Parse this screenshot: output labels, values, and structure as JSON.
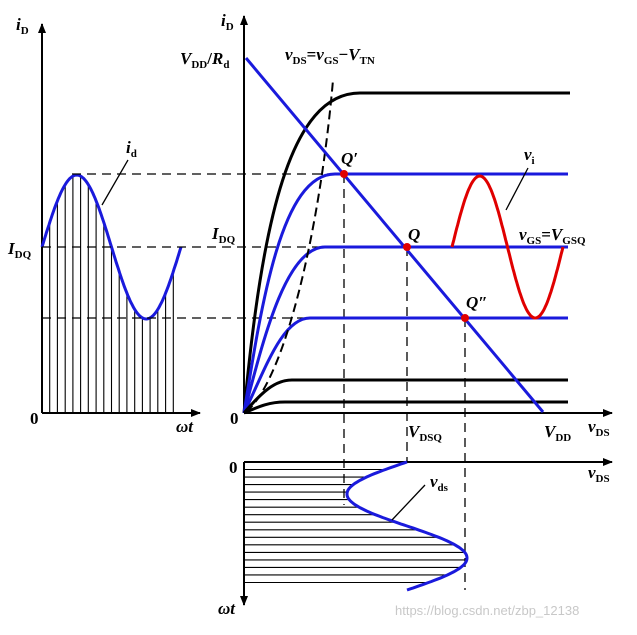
{
  "left_plot": {
    "y_axis": "i",
    "y_axis_sub": "D",
    "x_axis": "ωt",
    "origin": "0",
    "level": "I",
    "level_sub": "DQ",
    "wave_label": "i",
    "wave_label_sub": "d"
  },
  "main_plot": {
    "y_axis": "i",
    "y_axis_sub": "D",
    "intercept_num": "V",
    "intercept_num_sub": "DD",
    "intercept_den": "R",
    "intercept_den_sub": "d",
    "boundary_lhs": "v",
    "boundary_lhs_sub": "DS",
    "boundary_rhs1": "v",
    "boundary_rhs1_sub": "GS",
    "boundary_rhs2": "V",
    "boundary_rhs2_sub": "TN",
    "q_upper": "Q′",
    "q_mid": "Q",
    "q_lower": "Q″",
    "input_label": "v",
    "input_label_sub": "i",
    "bias_lhs": "v",
    "bias_lhs_sub": "GS",
    "bias_rhs": "V",
    "bias_rhs_sub": "GSQ",
    "idq": "I",
    "idq_sub": "DQ",
    "origin": "0",
    "vdsq": "V",
    "vdsq_sub": "DSQ",
    "vdd": "V",
    "vdd_sub": "DD",
    "x_axis": "v",
    "x_axis_sub": "DS"
  },
  "bottom_plot": {
    "origin": "0",
    "x_axis": "v",
    "x_axis_sub": "DS",
    "y_axis": "ωt",
    "wave_label": "v",
    "wave_label_sub": "ds"
  },
  "watermark": "https://blog.csdn.net/zbp_12138",
  "colors": {
    "curve_fixed": "#000000",
    "curve_swing": "#1a1adc",
    "load_line": "#1a1adc",
    "input_signal": "#e00000",
    "q_point": "#e00000"
  }
}
